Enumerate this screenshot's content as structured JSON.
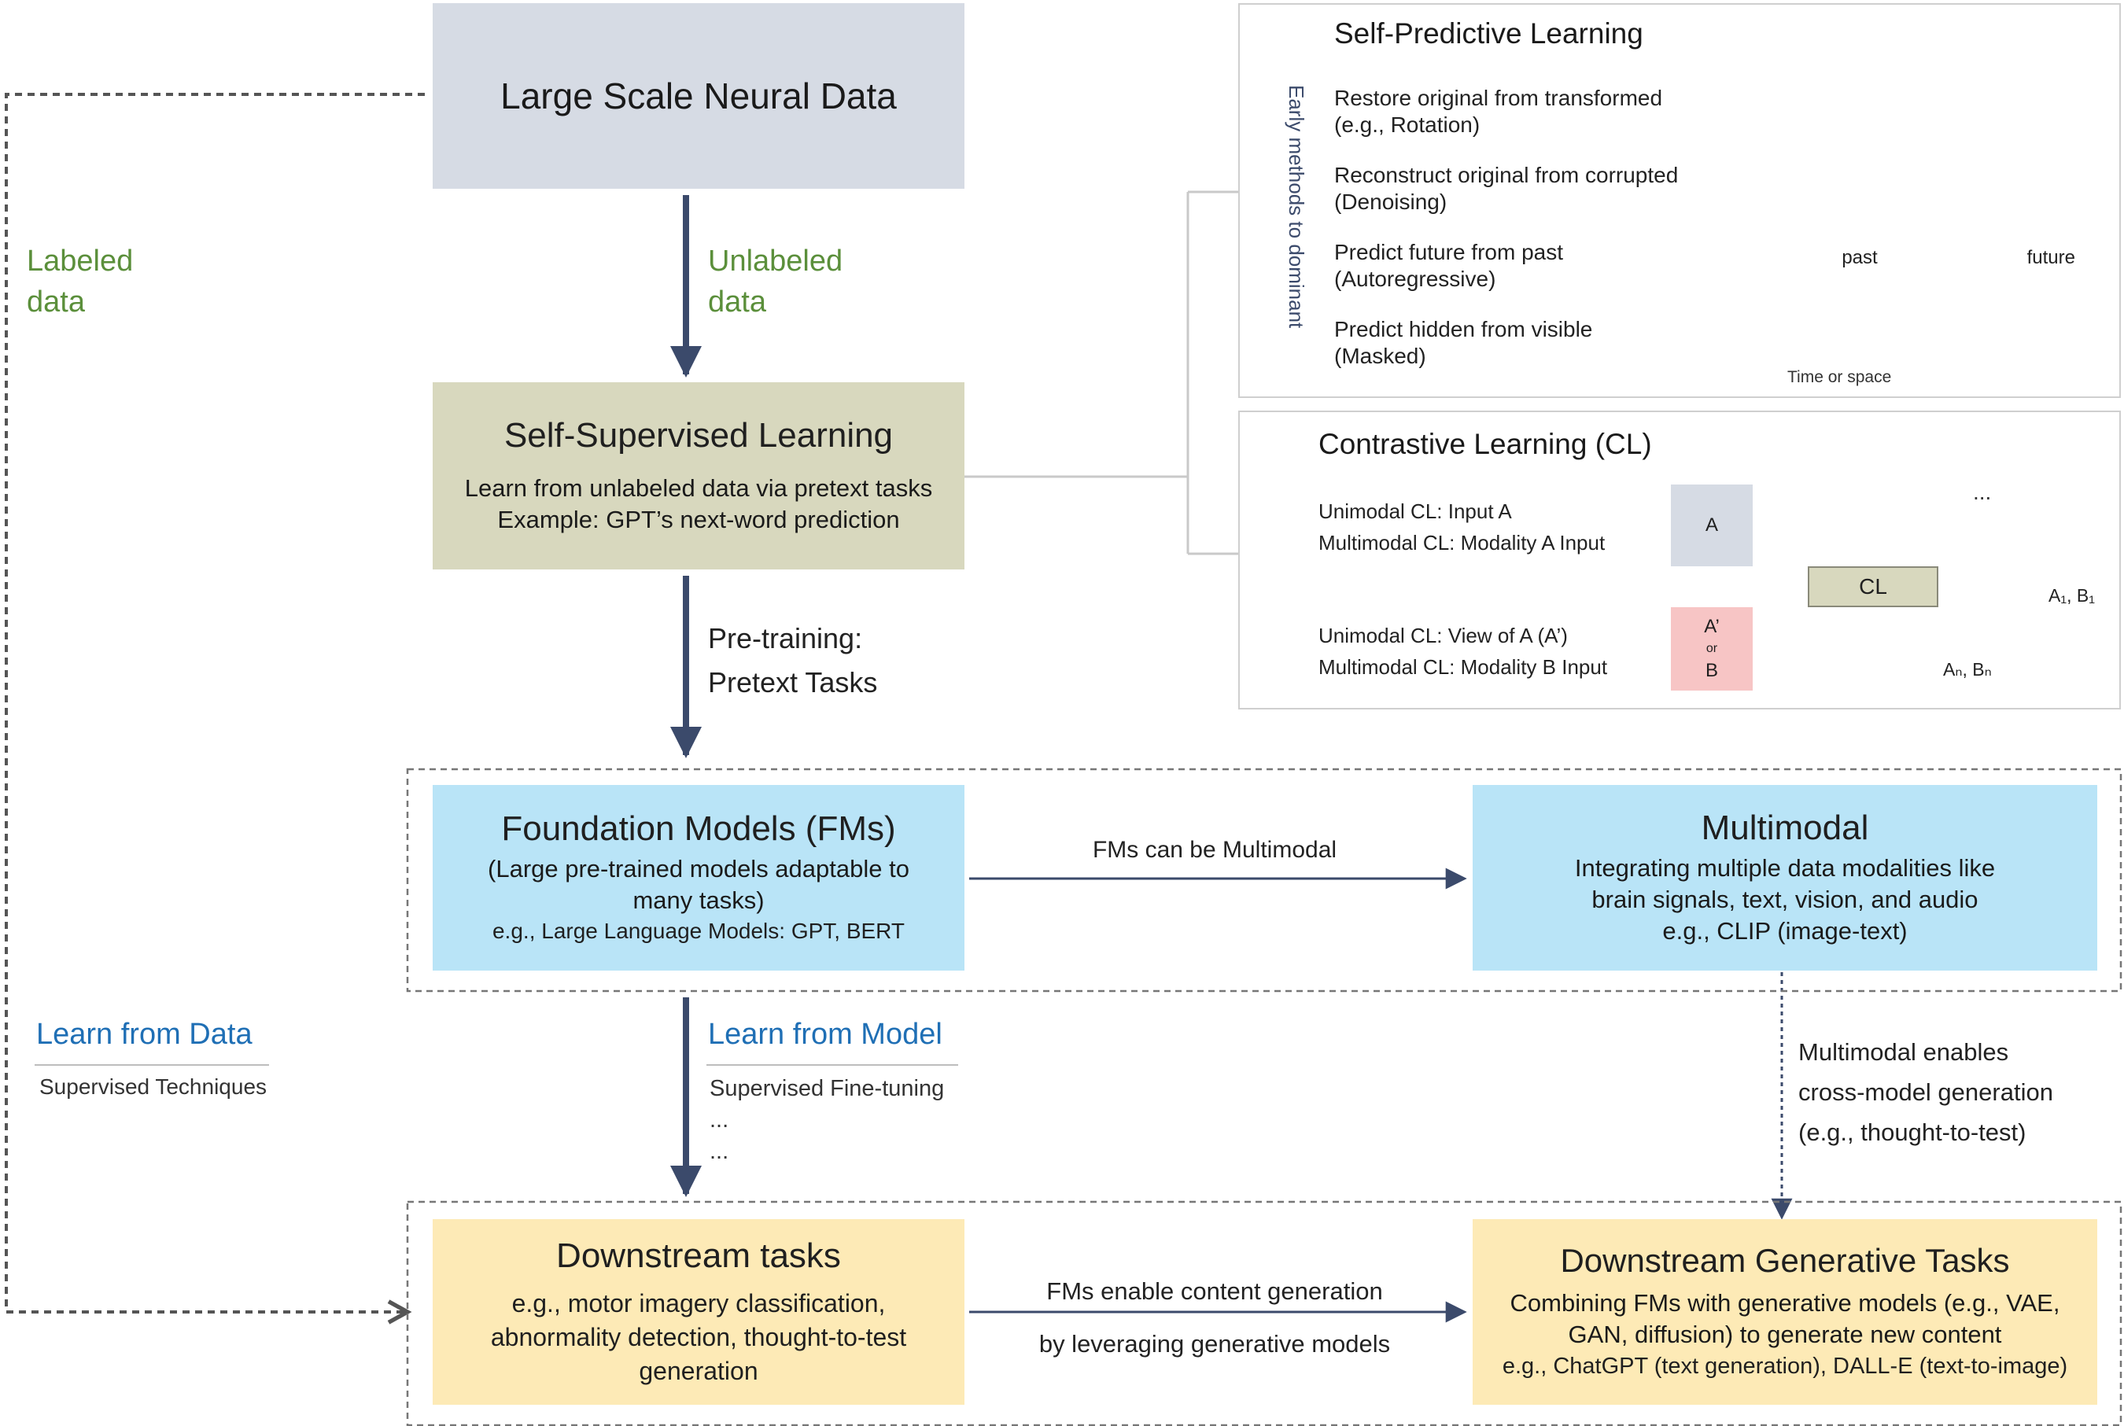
{
  "colors": {
    "gray_box": "#d6dbe4",
    "olive_box": "#d8d8be",
    "sky_box": "#b9e4f7",
    "yellow_box": "#fdeab6",
    "pink": "#f7c5c5",
    "arrow": "#3b4a6b",
    "green_text": "#5b8f3b",
    "blue_text": "#1f6fb5"
  },
  "neural_data": {
    "title": "Large Scale Neural Data"
  },
  "labels": {
    "labeled_data": "Labeled\ndata",
    "unlabeled_data": "Unlabeled\ndata",
    "pretraining": "Pre-training:\nPretext Tasks",
    "learn_from_data": "Learn from Data",
    "supervised_techniques": "Supervised Techniques",
    "learn_from_model": "Learn from Model",
    "supervised_finetuning": "Supervised Fine-tuning\n...\n...",
    "fms_multimodal": "FMs can be Multimodal",
    "multimodal_enables": "Multimodal enables\ncross-model generation\n(e.g., thought-to-test)",
    "fms_content_gen": "FMs enable content generation\nby leveraging generative models"
  },
  "ssl": {
    "title": "Self-Supervised Learning",
    "desc": "Learn from unlabeled data via pretext tasks\nExample: GPT’s next-word prediction"
  },
  "fm": {
    "title": "Foundation Models (FMs)",
    "desc": "(Large pre-trained models adaptable to\nmany tasks)",
    "example": "e.g., Large Language Models: GPT, BERT"
  },
  "multimodal": {
    "title": "Multimodal",
    "desc": "Integrating multiple data modalities like\nbrain signals, text, vision, and audio",
    "example": "e.g., CLIP (image-text)"
  },
  "downstream": {
    "title": "Downstream tasks",
    "desc": "e.g., motor imagery classification,\nabnormality detection, thought-to-test\ngeneration"
  },
  "generative": {
    "title": "Downstream Generative Tasks",
    "desc": "Combining FMs with generative models (e.g., VAE,\nGAN, diffusion) to generate new content",
    "example": "e.g., ChatGPT (text generation), DALL-E (text-to-image)"
  },
  "self_predictive": {
    "title": "Self-Predictive Learning",
    "axis_label": "Early methods to dominant",
    "items": [
      "Restore original from transformed\n(e.g., Rotation)",
      "Reconstruct original from corrupted\n(Denoising)",
      "Predict future from past\n(Autoregressive)",
      "Predict hidden from visible\n(Masked)"
    ],
    "past": "past",
    "future": "future",
    "time_space": "Time or space"
  },
  "contrastive": {
    "title": "Contrastive Learning (CL)",
    "item1": "Unimodal CL: Input A\nMultimodal CL: Modality A Input",
    "item2": "Unimodal CL: View of A (A’)\nMultimodal CL: Modality B Input",
    "box_a": "A",
    "box_b_top": "A’",
    "box_b_or": "or",
    "box_b_bot": "B",
    "cl_box": "CL",
    "dots": "...",
    "a1": "A₁, B₁",
    "an": "Aₙ, Bₙ"
  }
}
